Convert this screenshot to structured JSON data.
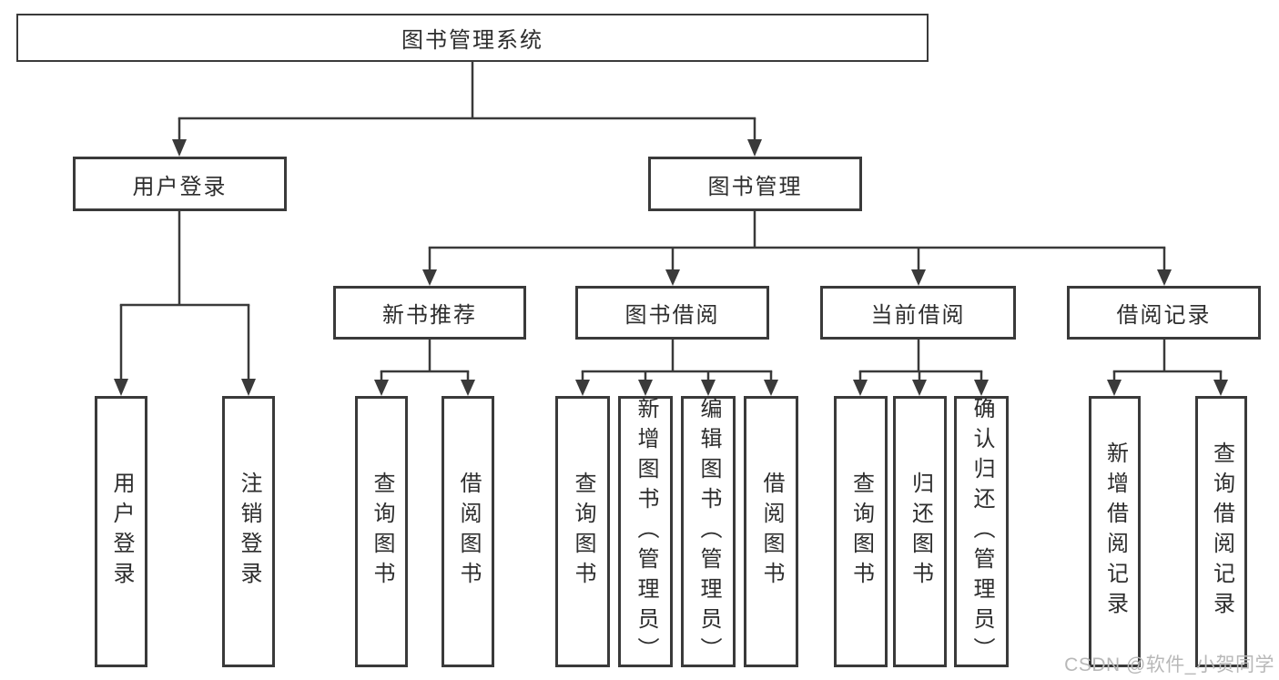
{
  "diagram": {
    "root": {
      "label": "图书管理系统"
    },
    "level2": [
      {
        "label": "用户登录"
      },
      {
        "label": "图书管理"
      }
    ],
    "level3": [
      {
        "label": "新书推荐",
        "parent": "图书管理"
      },
      {
        "label": "图书借阅",
        "parent": "图书管理"
      },
      {
        "label": "当前借阅",
        "parent": "图书管理"
      },
      {
        "label": "借阅记录",
        "parent": "图书管理"
      }
    ],
    "leaves": [
      {
        "label": "用户登录",
        "parent": "用户登录"
      },
      {
        "label": "注销登录",
        "parent": "用户登录"
      },
      {
        "label": "查询图书",
        "parent": "新书推荐"
      },
      {
        "label": "借阅图书",
        "parent": "新书推荐"
      },
      {
        "label": "查询图书",
        "parent": "图书借阅"
      },
      {
        "label": "新增图书（管理员）",
        "parent": "图书借阅"
      },
      {
        "label": "编辑图书（管理员）",
        "parent": "图书借阅"
      },
      {
        "label": "借阅图书",
        "parent": "图书借阅"
      },
      {
        "label": "查询图书",
        "parent": "当前借阅"
      },
      {
        "label": "归还图书",
        "parent": "当前借阅"
      },
      {
        "label": "确认归还（管理员）",
        "parent": "当前借阅"
      },
      {
        "label": "新增借阅记录",
        "parent": "借阅记录"
      },
      {
        "label": "查询借阅记录",
        "parent": "借阅记录"
      }
    ]
  },
  "watermark": {
    "text": "CSDN @软件_小贺同学"
  },
  "colors": {
    "line": "#3a3a3a",
    "text": "#2d2d2d",
    "background": "#ffffff",
    "watermark": "#b8b8b8"
  }
}
